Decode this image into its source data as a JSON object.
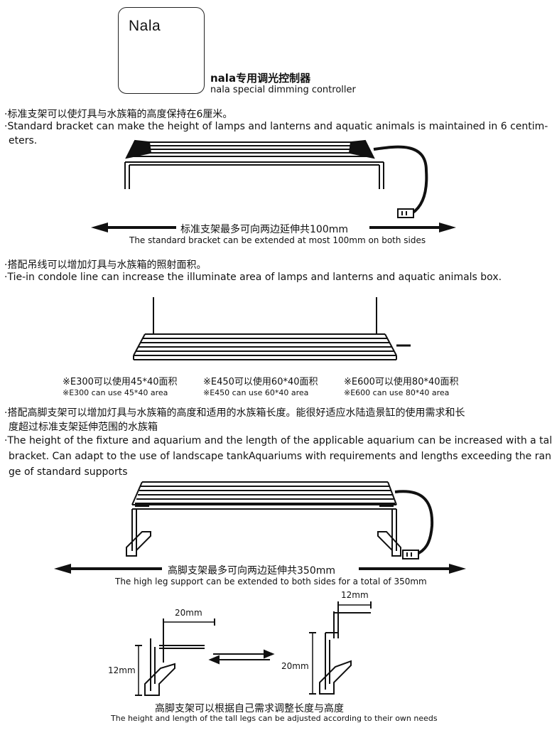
{
  "product": {
    "logo": "Nala",
    "title_cn": "nala专用调光控制器",
    "title_en": "nala special dimming controller"
  },
  "section1": {
    "bullet_cn": "·标准支架可以使灯具与水族箱的高度保持在6厘米。",
    "bullet_en_line1": "·Standard bracket can make the height of lamps and lanterns and aquatic animals is maintained in 6 centim-",
    "bullet_en_line2": "eters.",
    "caption_cn": "标准支架最多可向两边延伸共100mm",
    "caption_en": "The standard bracket can be extended at most 100mm on both sides"
  },
  "section2": {
    "bullet_cn": "·搭配吊线可以增加灯具与水族箱的照射面积。",
    "bullet_en": "·Tie-in condole line can increase the illuminate area of lamps and lanterns and aquatic animals box.",
    "models_cn": [
      "※E300可以使用45*40面积",
      "※E450可以使用60*40面积",
      "※E600可以使用80*40面积"
    ],
    "models_en": [
      "※E300 can use 45*40 area",
      "※E450 can use 60*40 area",
      "※E600 can use 80*40 area"
    ]
  },
  "section3": {
    "bullet_cn_line1": "·搭配高脚支架可以增加灯具与水族箱的高度和适用的水族箱长度。能很好适应水陆造景缸的使用需求和长",
    "bullet_cn_line2": "度超过标准支架延伸范围的水族箱",
    "bullet_en_line1": "·The height of the fixture and aquarium and the length of the applicable aquarium can be increased with a tal",
    "bullet_en_line2": "bracket. Can adapt to the use of landscape tankAquariums with requirements and lengths exceeding the ran",
    "bullet_en_line3": "ge of standard supports",
    "caption_cn": "高脚支架最多可向两边延伸共350mm",
    "caption_en": "The high leg support can be extended to both sides for a total of 350mm"
  },
  "section4": {
    "dim_left_width": "20mm",
    "dim_left_height": "12mm",
    "dim_right_width": "12mm",
    "dim_right_height": "20mm",
    "caption_cn": "高脚支架可以根据自己需求调整长度与高度",
    "caption_en": "The height and length of the tall legs can be adjusted according to their own needs"
  }
}
